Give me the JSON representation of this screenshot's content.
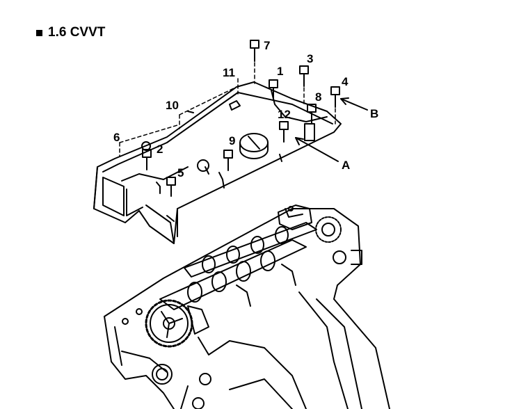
{
  "title": "1.6 CVVT",
  "callouts": {
    "n1": "1",
    "n2": "2",
    "n3": "3",
    "n4": "4",
    "n5": "5",
    "n6": "6",
    "n7": "7",
    "n8": "8",
    "n9": "9",
    "n10": "10",
    "n11": "11",
    "n12": "12",
    "a": "A",
    "b": "B"
  }
}
